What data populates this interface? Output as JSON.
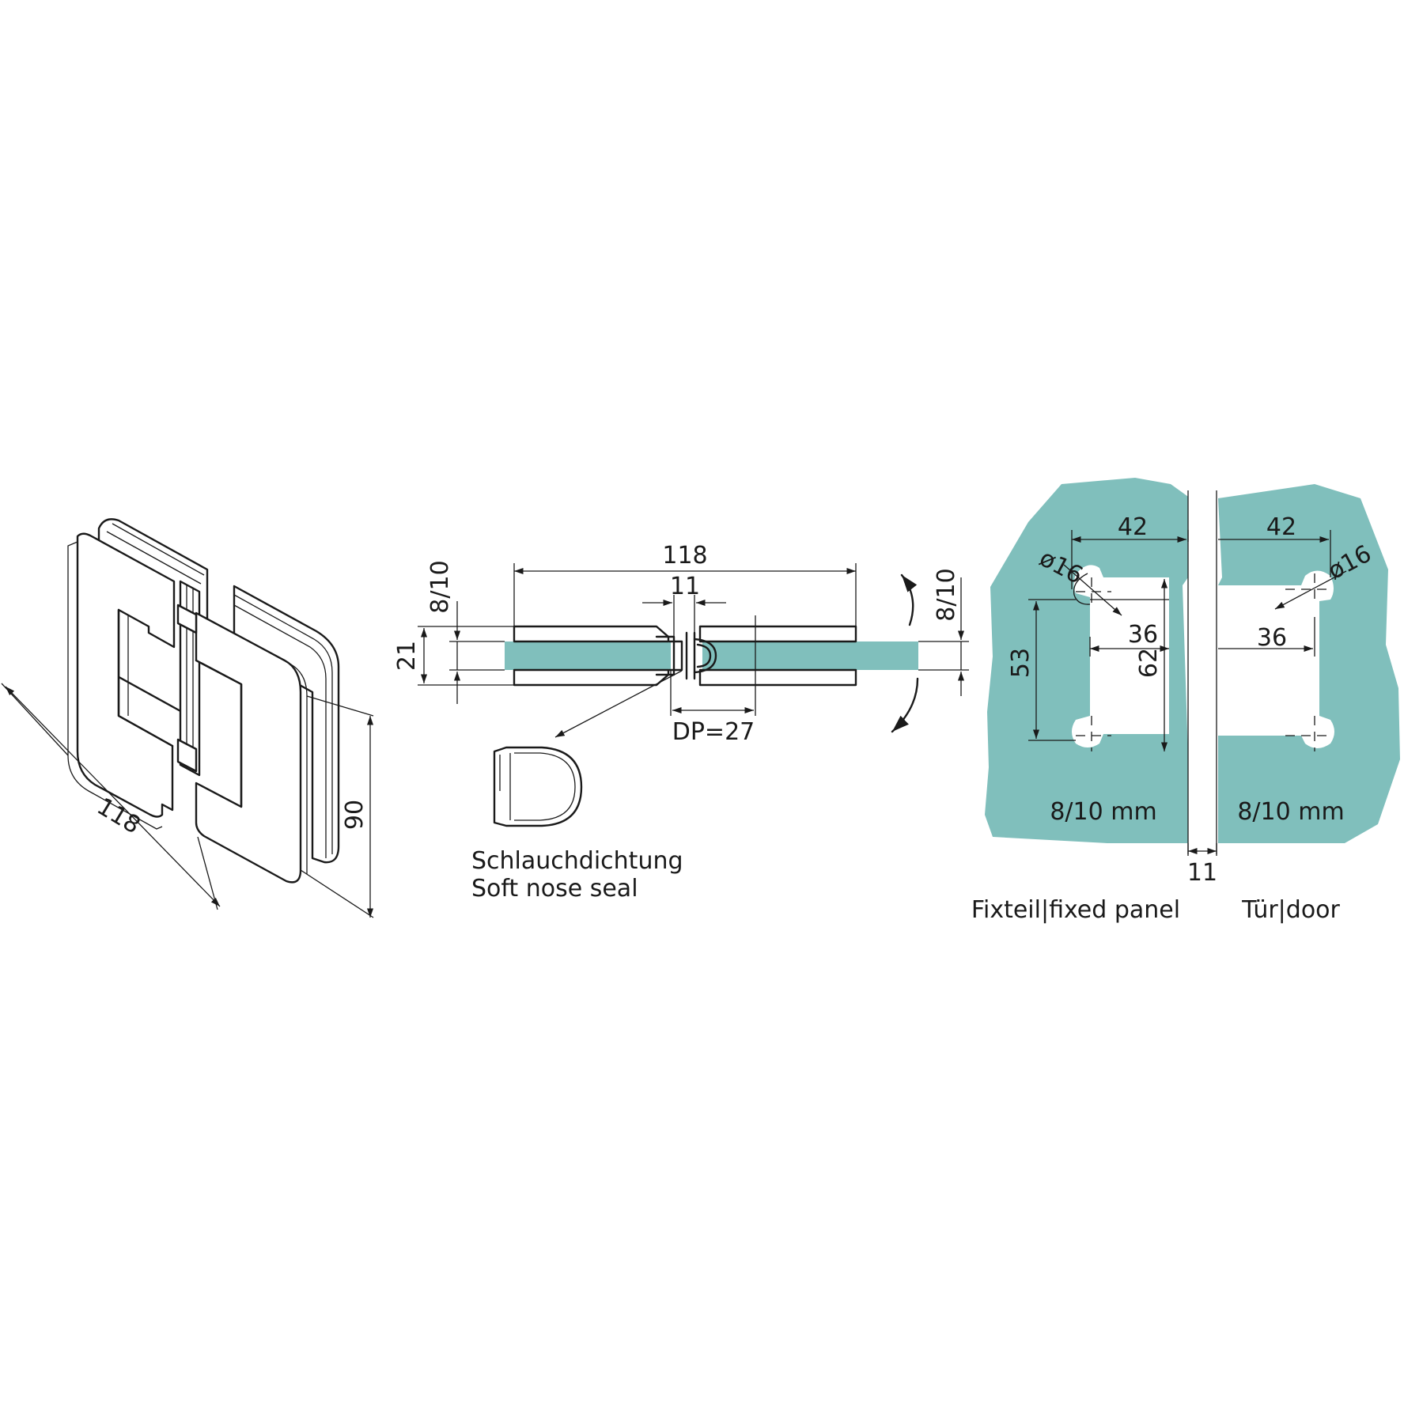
{
  "colors": {
    "glass": "#80bfbc",
    "line": "#1a1a1a",
    "background": "#ffffff"
  },
  "iso_view": {
    "width_dim": "118",
    "height_dim": "90"
  },
  "section_view": {
    "overall_width": "118",
    "gap": "11",
    "thickness_left": "8/10",
    "thickness_right": "8/10",
    "height": "21",
    "dp": "DP=27",
    "seal_label_de": "Schlauchdichtung",
    "seal_label_en": "Soft nose seal"
  },
  "cutout_view": {
    "left_width": "42",
    "right_width": "42",
    "left_hole": "ø16",
    "right_hole": "ø16",
    "left_spacing": "36",
    "right_spacing": "36",
    "left_vertical": "53",
    "center_vertical": "62",
    "left_glass": "8/10 mm",
    "right_glass": "8/10 mm",
    "gap": "11",
    "left_caption": "Fixteil|fixed panel",
    "right_caption": "Tür|door"
  }
}
